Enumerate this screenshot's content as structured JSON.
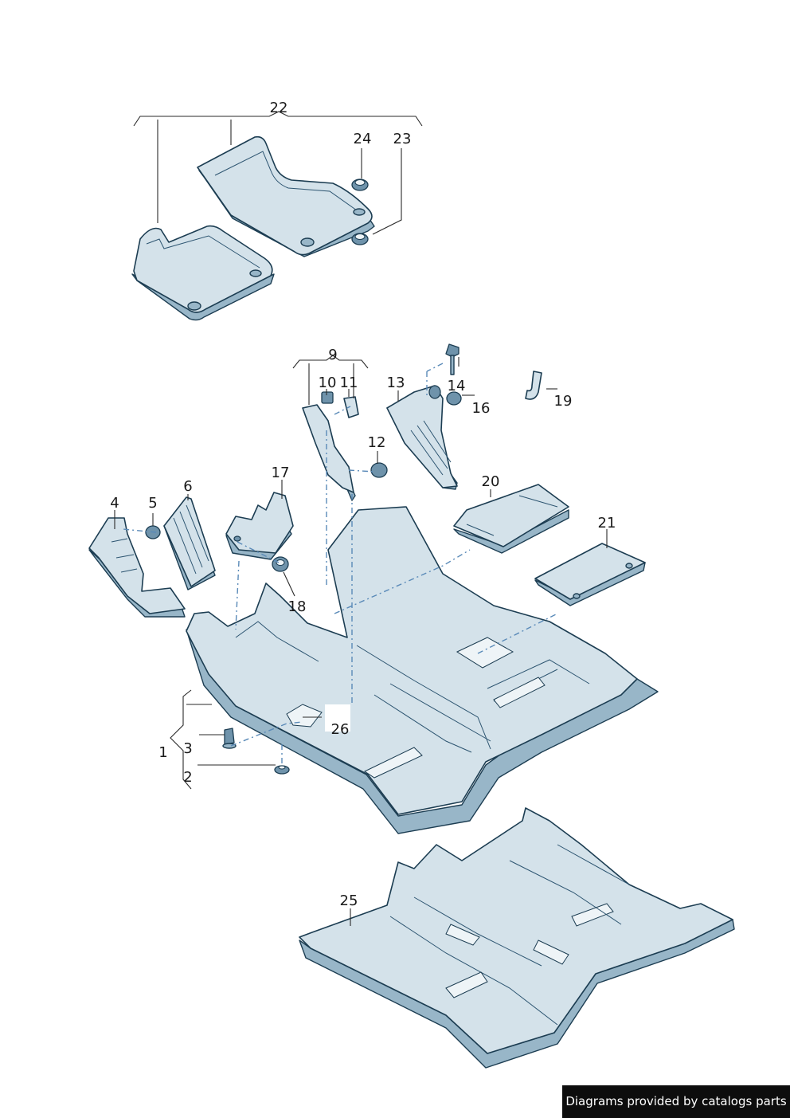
{
  "callouts": {
    "c1": "1",
    "c2": "2",
    "c3": "3",
    "c4": "4",
    "c5": "5",
    "c6": "6",
    "c9": "9",
    "c10": "10",
    "c11": "11",
    "c12": "12",
    "c13": "13",
    "c14": "14",
    "c16": "16",
    "c17": "17",
    "c18": "18",
    "c19": "19",
    "c20": "20",
    "c21": "21",
    "c22": "22",
    "c23": "23",
    "c24": "24",
    "c25": "25",
    "c26": "26"
  },
  "footer": {
    "text": "Diagrams provided by catalogs parts"
  },
  "colors": {
    "part_fill": "#d4e2ea",
    "part_shadow": "#98b6c8",
    "outline": "#1c3d52",
    "dashed_leader": "#5a8ab8",
    "footer_bg": "#0d0d0d"
  }
}
